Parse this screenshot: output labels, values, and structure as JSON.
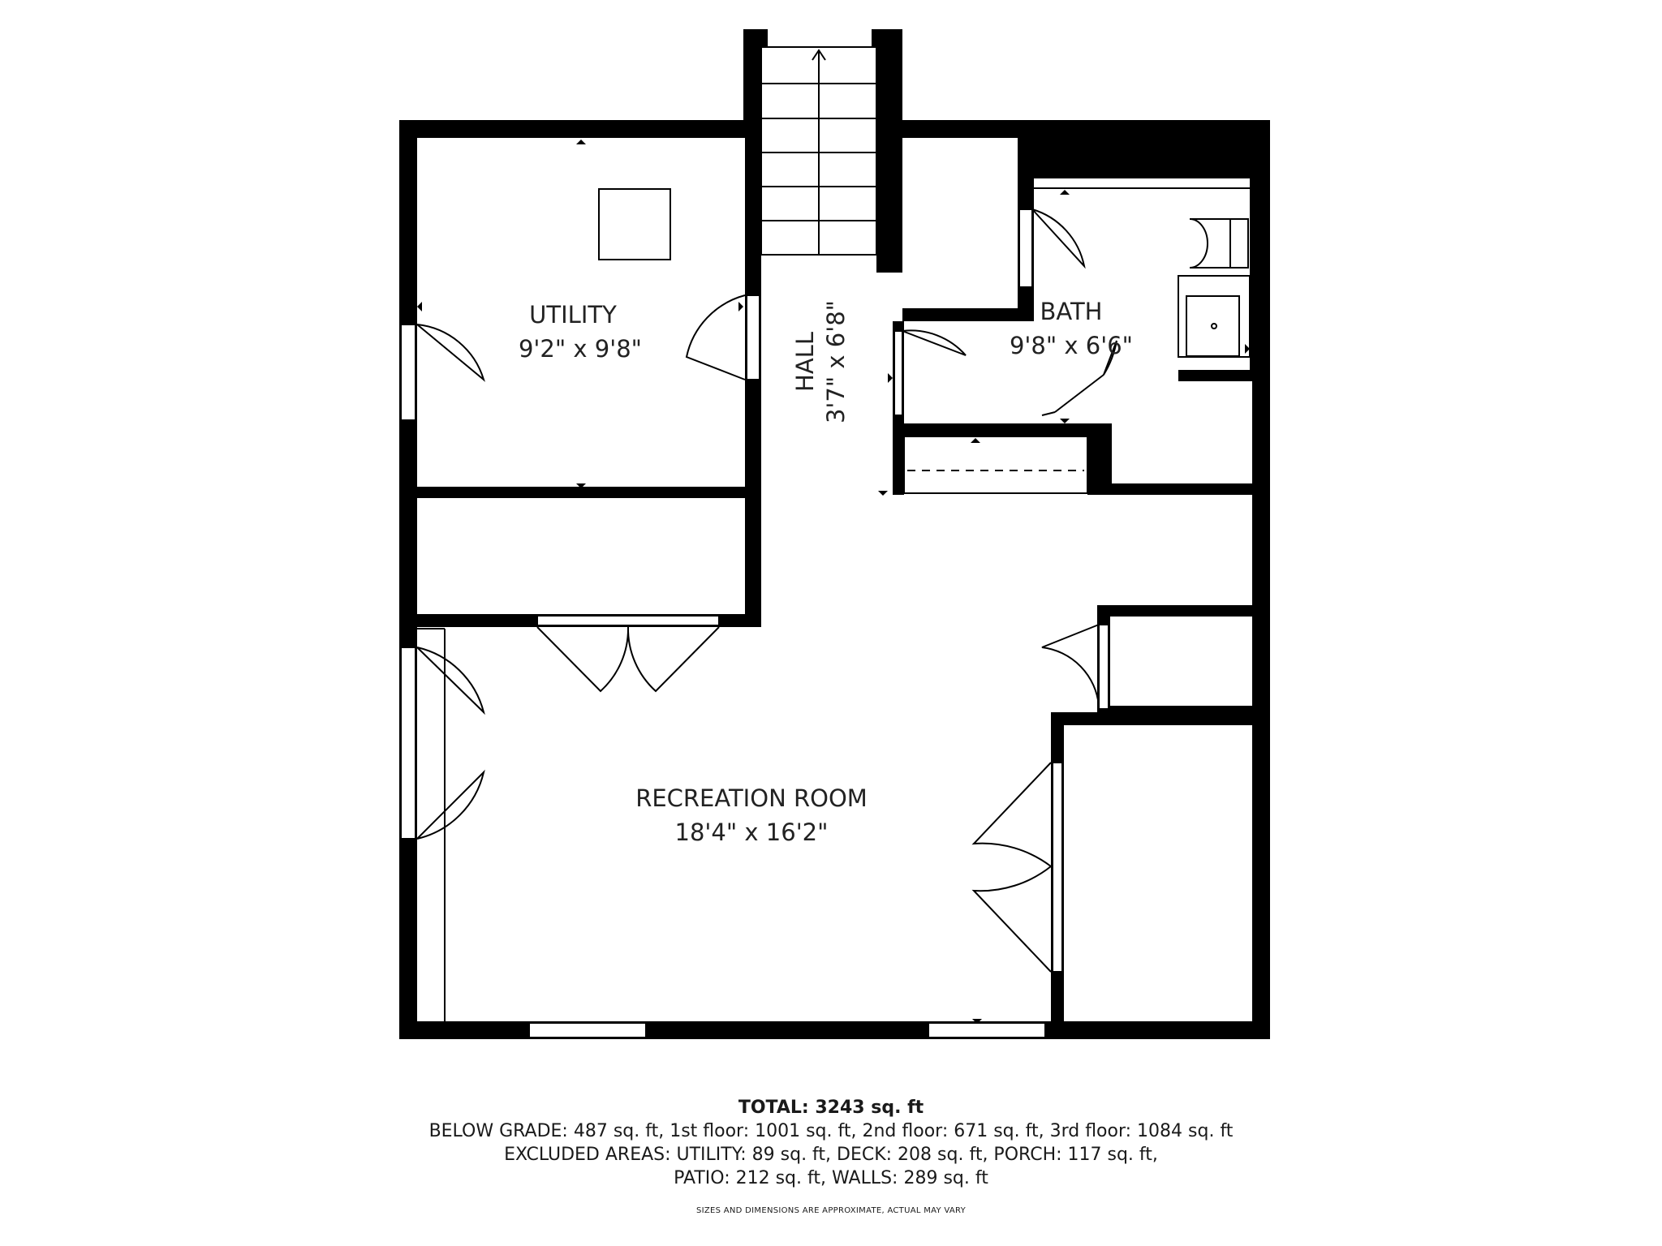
{
  "rooms": {
    "utility": {
      "name": "UTILITY",
      "dims": "9'2\" x 9'8\""
    },
    "hall": {
      "name": "HALL",
      "dims": "3'7\" x 6'8\""
    },
    "bath": {
      "name": "BATH",
      "dims": "9'8\" x 6'6\""
    },
    "recreation": {
      "name": "RECREATION ROOM",
      "dims": "18'4\" x 16'2\""
    }
  },
  "footer": {
    "total_label": "TOTAL:",
    "total_value": "3243 sq. ft",
    "floors": "BELOW GRADE: 487 sq. ft, 1st floor: 1001 sq. ft, 2nd floor: 671 sq. ft, 3rd floor: 1084 sq. ft",
    "excluded_line1": "EXCLUDED AREAS: UTILITY: 89 sq. ft, DECK: 208 sq. ft, PORCH: 117 sq. ft,",
    "excluded_line2": "PATIO: 212 sq. ft, WALLS: 289 sq. ft",
    "disclaimer": "SIZES AND DIMENSIONS ARE APPROXIMATE, ACTUAL MAY VARY"
  },
  "colors": {
    "wall": "#000000",
    "line": "#000000",
    "background": "#ffffff"
  }
}
